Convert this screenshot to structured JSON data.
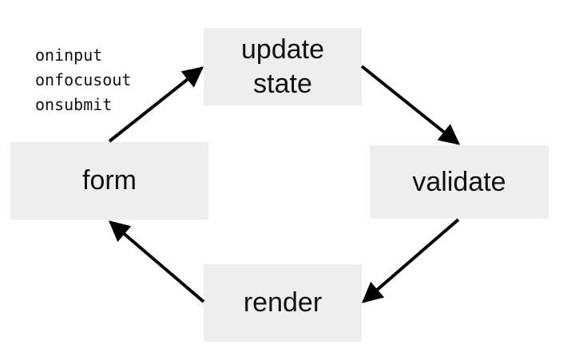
{
  "nodes": {
    "update_state": [
      "update",
      "state"
    ],
    "form": "form",
    "validate": "validate",
    "render": "render"
  },
  "events": [
    "oninput",
    "onfocusout",
    "onsubmit"
  ],
  "colors": {
    "box_fill": "#eeeeee",
    "text": "#111111",
    "arrow": "#000000"
  }
}
